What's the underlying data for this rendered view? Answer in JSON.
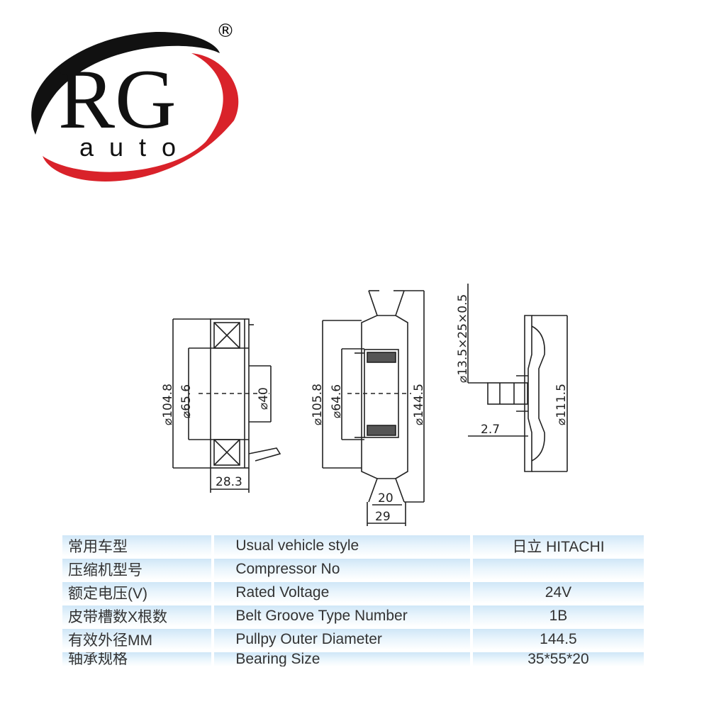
{
  "logo": {
    "initials": "RG",
    "word": "auto",
    "registered": "®",
    "colors": {
      "red": "#d9222a",
      "black": "#111111"
    }
  },
  "drawings": {
    "bearing": {
      "outer_dia": "⌀104.8",
      "inner_dia": "⌀65.6",
      "bore_dia": "⌀40",
      "width": "28.3"
    },
    "pulley": {
      "dia_1": "⌀105.8",
      "dia_2": "⌀64.6",
      "outer_dia": "⌀144.5",
      "inner_width": "20",
      "total_width": "29"
    },
    "hub": {
      "spline": "⌀13.5×25×0.5",
      "flange_dia": "⌀111.5",
      "gap": "2.7"
    }
  },
  "specs": [
    {
      "label_cn": "常用车型",
      "label_en": "Usual vehicle style",
      "value": "日立 HITACHI"
    },
    {
      "label_cn": "压缩机型号",
      "label_en": "Compressor No",
      "value": ""
    },
    {
      "label_cn": "额定电压(V)",
      "label_en": "Rated Voltage",
      "value": "24V"
    },
    {
      "label_cn": "皮带槽数X根数",
      "label_en": "Belt Groove Type Number",
      "value": "1B"
    },
    {
      "label_cn": "有效外径MM",
      "label_en": "Pullpy Outer Diameter",
      "value": "144.5"
    },
    {
      "label_cn": "轴承规格",
      "label_en": "Bearing Size",
      "value": "35*55*20"
    }
  ]
}
